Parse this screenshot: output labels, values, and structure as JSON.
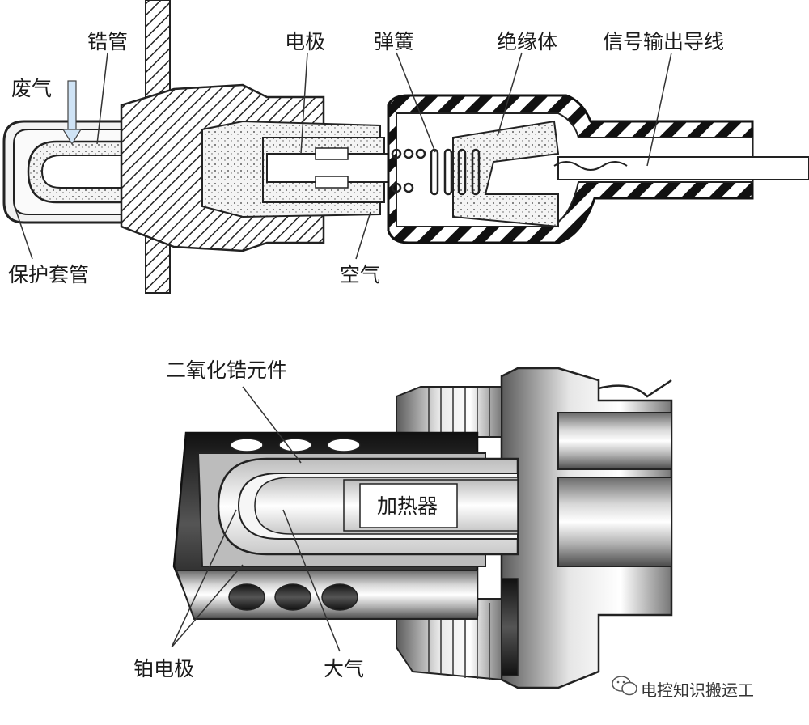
{
  "top_labels": {
    "zr_tube": "锆管",
    "exhaust": "废气",
    "electrode": "电极",
    "spring": "弹簧",
    "insulator": "绝缘体",
    "signal_wire": "信号输出导线",
    "protective_sleeve": "保护套管",
    "air": "空气"
  },
  "bottom_labels": {
    "zro2_element": "二氧化锆元件",
    "heater": "加热器",
    "pt_electrode": "铂电极",
    "atmosphere": "大气"
  },
  "watermark": {
    "text": "电控知识搬运工"
  }
}
